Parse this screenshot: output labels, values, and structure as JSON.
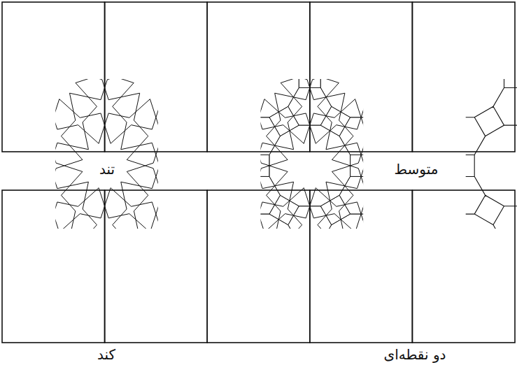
{
  "diagram": {
    "labels": [
      "تند",
      "متوسط",
      "کند",
      "دو نقطه‌ای"
    ]
  }
}
